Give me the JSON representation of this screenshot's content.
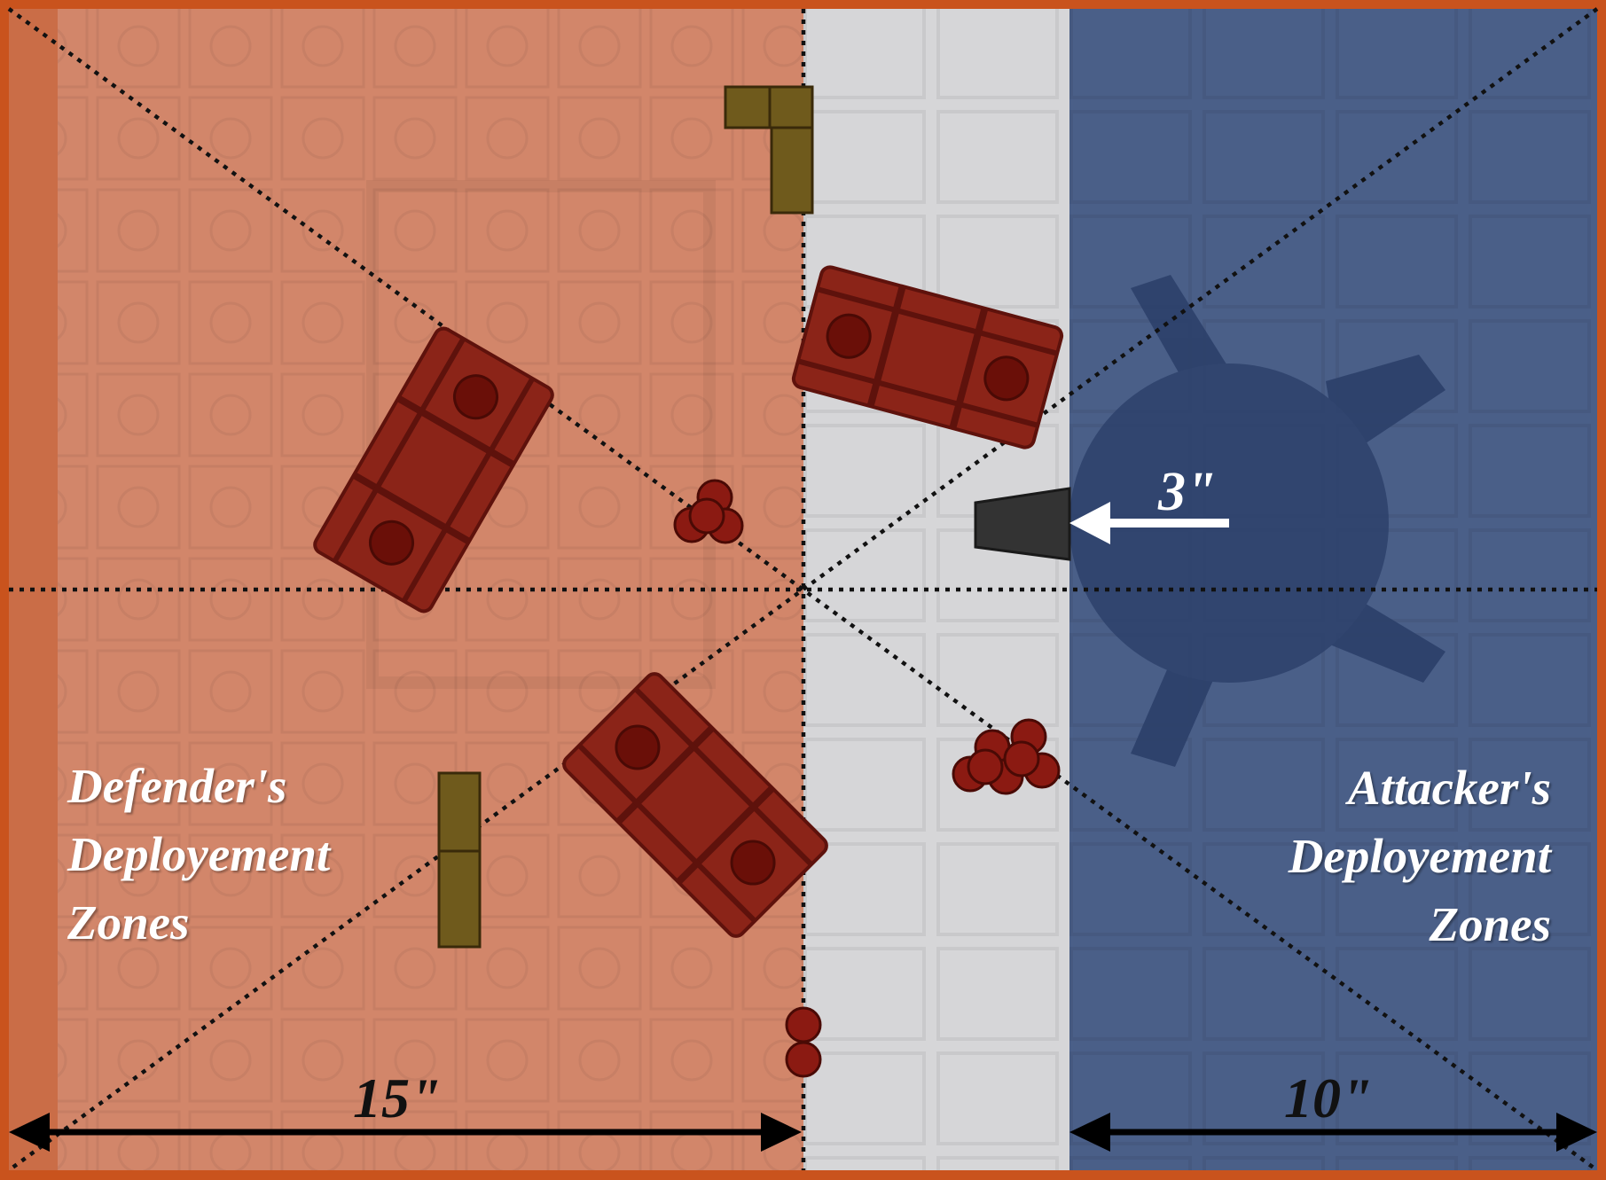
{
  "colors": {
    "frame": "#c9531d",
    "defender_zone": "#d2866a",
    "no_mans_land": "#d6d6d8",
    "attacker_zone": "#4a5f88",
    "terrain_red": "#8b2418",
    "terrain_dark_red": "#5e120c",
    "barricade": "#6f5a1c",
    "marine_red": "#8b1a12",
    "objective_blue": "#2a3e68",
    "gun_dark": "#333333"
  },
  "zones": {
    "defender": {
      "line1": "Defender's",
      "line2": "Deployement",
      "line3": "Zones"
    },
    "attacker": {
      "line1": "Attacker's",
      "line2": "Deployement",
      "line3": "Zones"
    }
  },
  "measurements": {
    "defender_depth": "15\"",
    "attacker_depth": "10\"",
    "gun_range": "3\""
  },
  "icons": [
    "dotted-diagonal-lines",
    "double-arrow-icon",
    "arrow-left-icon",
    "objective-star-icon"
  ]
}
